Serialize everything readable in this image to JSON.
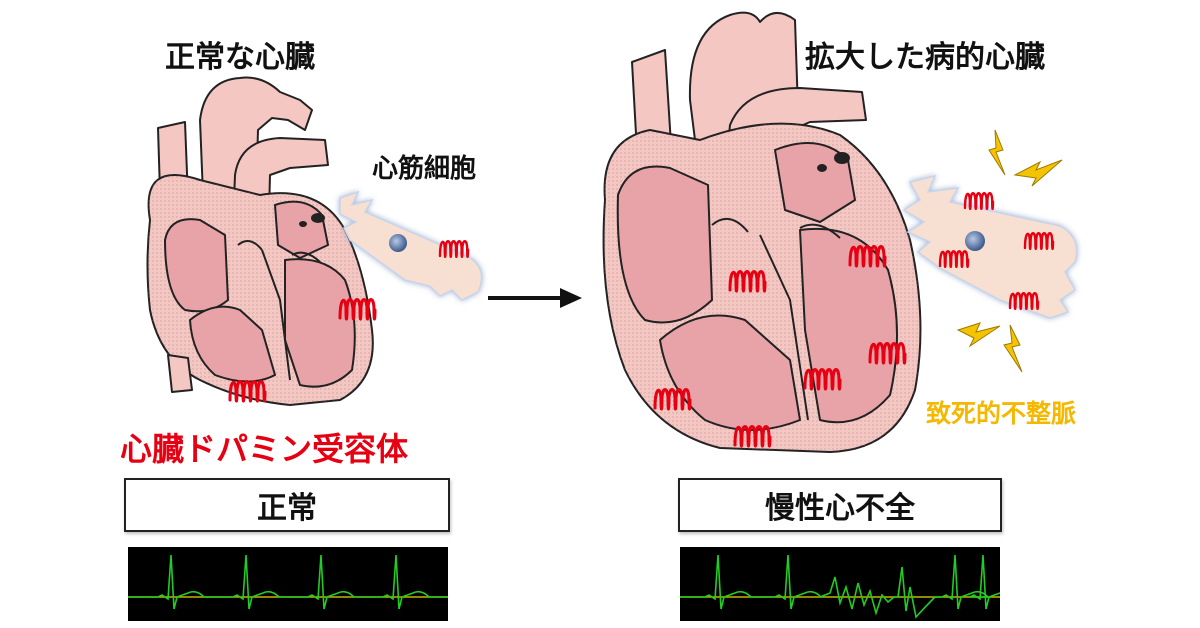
{
  "left_panel": {
    "title": "正常な心臓",
    "cell_label": "心筋細胞",
    "receptor_label": "心臓ドパミン受容体",
    "status": "正常"
  },
  "right_panel": {
    "title": "拡大した病的心臓",
    "arrhythmia_label": "致死的不整脈",
    "status": "慢性心不全"
  },
  "colors": {
    "receptor_red": "#e60012",
    "arrhythmia_gold": "#f5b800",
    "ecg_trace": "#22cc22",
    "ecg_baseline": "#c8b400",
    "heart_fill": "#f4c7c3",
    "heart_chamber": "#e8a3a8"
  }
}
